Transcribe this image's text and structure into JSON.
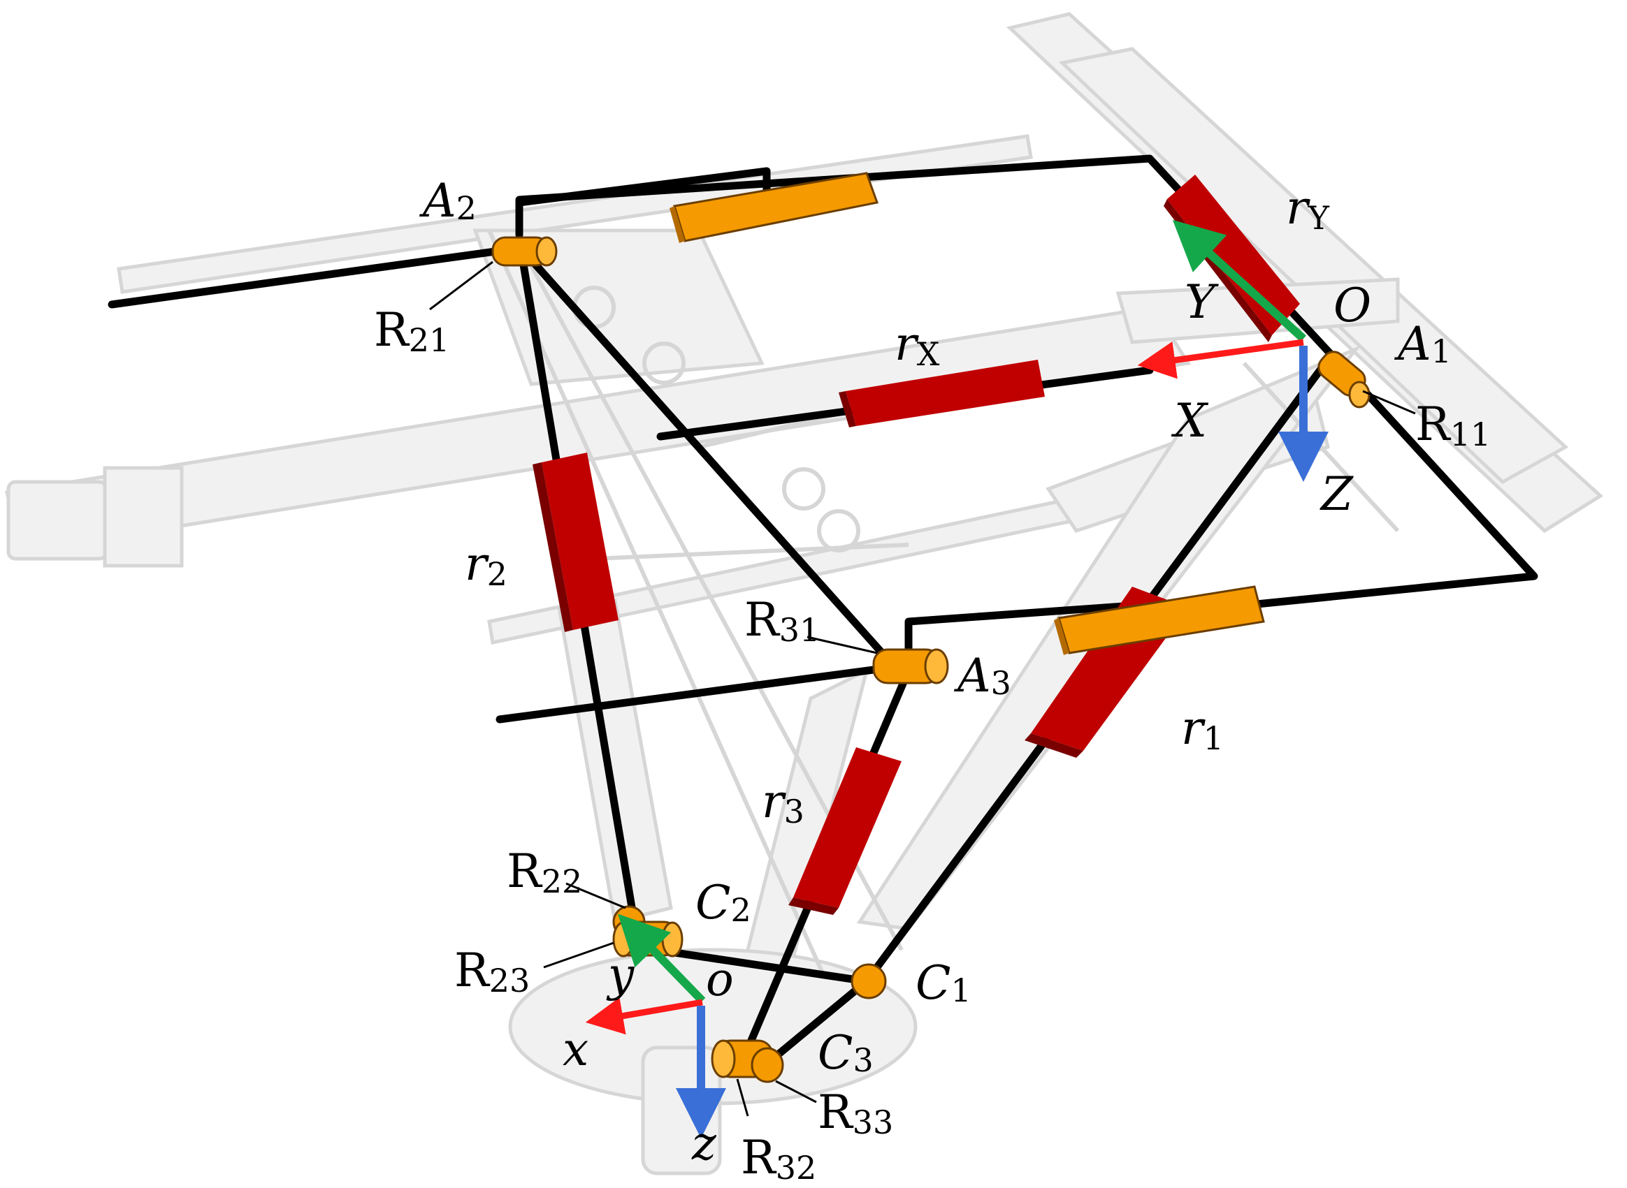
{
  "labels": {
    "A2": {
      "main": "A",
      "sub": "2"
    },
    "A1": {
      "main": "A",
      "sub": "1"
    },
    "A3": {
      "main": "A",
      "sub": "3"
    },
    "R21": {
      "main": "R",
      "sub": "21"
    },
    "R11": {
      "main": "R",
      "sub": "11"
    },
    "R31": {
      "main": "R",
      "sub": "31"
    },
    "R22": {
      "main": "R",
      "sub": "22"
    },
    "R23": {
      "main": "R",
      "sub": "23"
    },
    "R32": {
      "main": "R",
      "sub": "32"
    },
    "R33": {
      "main": "R",
      "sub": "33"
    },
    "C1": {
      "main": "C",
      "sub": "1"
    },
    "C2": {
      "main": "C",
      "sub": "2"
    },
    "C3": {
      "main": "C",
      "sub": "3"
    },
    "r1": {
      "main": "r",
      "sub": "1"
    },
    "r2": {
      "main": "r",
      "sub": "2"
    },
    "r3": {
      "main": "r",
      "sub": "3"
    },
    "rX": {
      "main": "r",
      "sub": "X"
    },
    "rY": {
      "main": "r",
      "sub": "Y"
    },
    "O": "O",
    "X": "X",
    "Y": "Y",
    "Z": "Z",
    "o": "o",
    "x": "x",
    "y": "y",
    "z": "z"
  },
  "colors": {
    "actuator": "#c00000",
    "actuator_dark": "#7a0000",
    "joint": "#f59a00",
    "axis_x": "#ff1a1a",
    "axis_y": "#14a84a",
    "axis_z": "#3a6fd8",
    "link": "#000000"
  }
}
